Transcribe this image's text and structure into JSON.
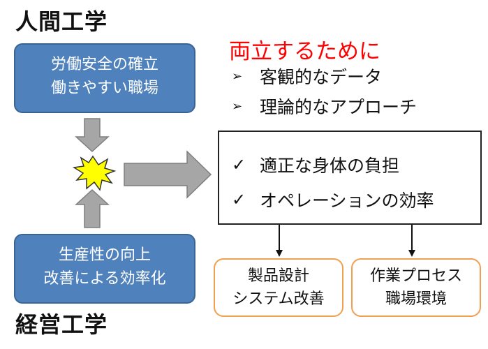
{
  "ergonomics": {
    "title": "人間工学",
    "box_lines": [
      "労働安全の確立",
      "働きやすい職場"
    ]
  },
  "management": {
    "title": "経営工学",
    "box_lines": [
      "生産性の向上",
      "改善による効率化"
    ]
  },
  "balance": {
    "heading": "両立するために",
    "bullets": [
      "客観的なデータ",
      "理論的なアプローチ"
    ]
  },
  "outcomes": {
    "items": [
      "適正な身体の負担",
      "オペレーションの効率"
    ]
  },
  "results": [
    {
      "lines": [
        "製品設計",
        "システム改善"
      ]
    },
    {
      "lines": [
        "作業プロセス",
        "職場環境"
      ]
    }
  ],
  "icons": {
    "bullet": "arrowhead-bullet-icon",
    "check": "check-mark-icon",
    "collision": "collision-burst-icon"
  },
  "colors": {
    "blue_box": "#4f81bd",
    "arrow_gray": "#a6a6a6",
    "burst": "#ffff00",
    "heading_red": "#ff0000",
    "result_border": "#f0a050"
  }
}
